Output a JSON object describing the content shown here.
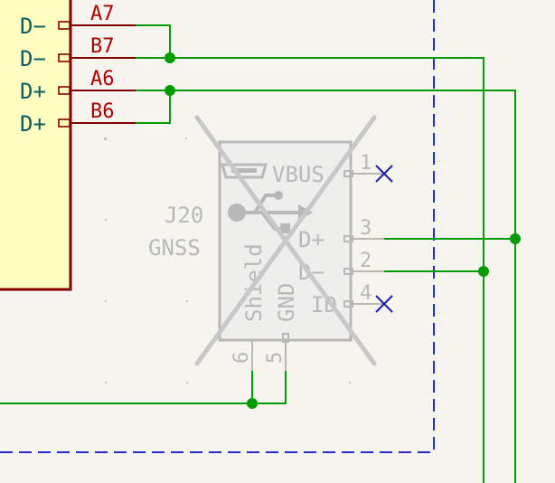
{
  "colors": {
    "background": "#f5f4ef",
    "symbol_fill": "#fffec0",
    "symbol_border": "#840000",
    "pin_number": "#a90000",
    "pin_name_active": "#0c5c63",
    "wire": "#009b00",
    "junction": "#009b00",
    "no_connect": "#1e1ea0",
    "sheet_border": "#2a2ad0",
    "excluded_part": "#b8b8b8",
    "excluded_cross": "#c8c8c8"
  },
  "left_symbol": {
    "pins": [
      {
        "name": "D−",
        "number": "A7"
      },
      {
        "name": "D−",
        "number": "B7"
      },
      {
        "name": "D+",
        "number": "A6"
      },
      {
        "name": "D+",
        "number": "B6"
      }
    ]
  },
  "connector": {
    "reference": "J20",
    "value": "GNSS",
    "pins": [
      {
        "name": "VBUS",
        "number": "1",
        "connection": "no-connect"
      },
      {
        "name": "D+",
        "number": "3",
        "connection": "wire"
      },
      {
        "name": "D−",
        "number": "2",
        "connection": "wire"
      },
      {
        "name": "ID",
        "number": "4",
        "connection": "no-connect"
      }
    ],
    "bottom_pins": [
      {
        "name": "Shield",
        "number": "6"
      },
      {
        "name": "GND",
        "number": "5"
      }
    ],
    "excluded": true
  }
}
